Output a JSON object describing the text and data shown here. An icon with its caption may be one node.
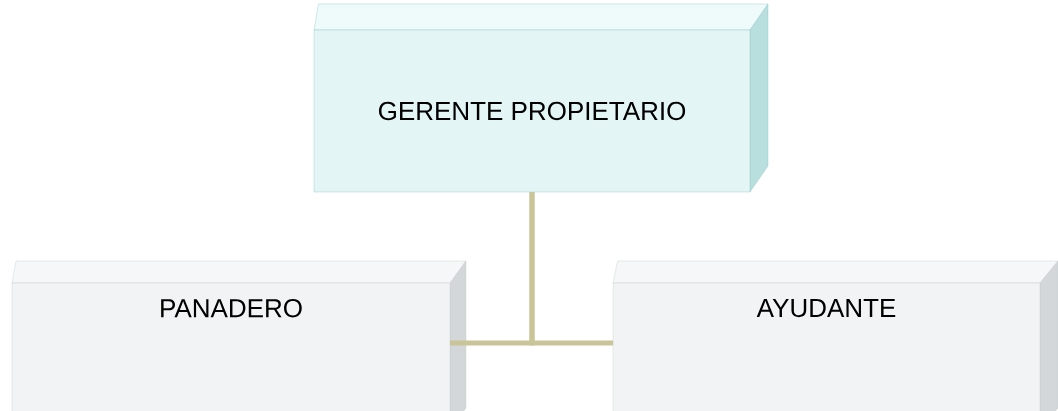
{
  "diagram": {
    "nodes": [
      {
        "text": [
          "GERENTE PROPIETARIO"
        ]
      },
      {
        "text": [
          "PANADERO"
        ]
      },
      {
        "text": [
          "AYUDANTE"
        ]
      }
    ],
    "edges": [
      {
        "from": 0,
        "to": 1,
        "arrow": "none",
        "color": "#c9c598"
      },
      {
        "from": 0,
        "to": 2,
        "arrow": "none",
        "color": "#c9c598"
      }
    ]
  }
}
